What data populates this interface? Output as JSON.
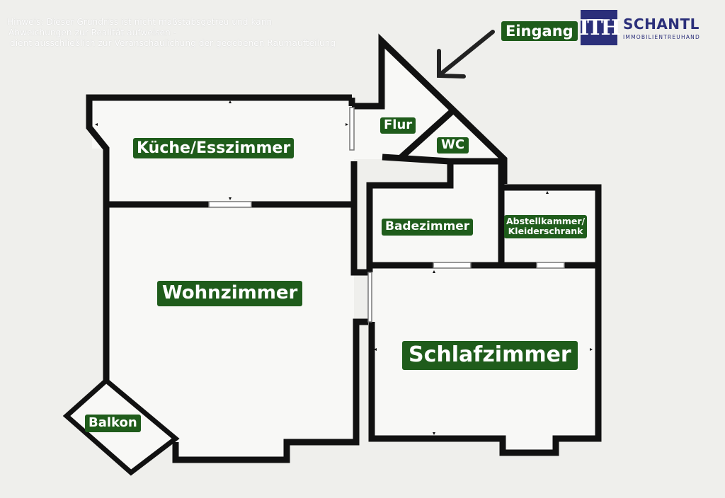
{
  "disclaimer": {
    "line1": "Hinweis: Dieser Grundriss ist nicht maßstabsgetreu und kann",
    "line2": "Abweichungen zur Realität aufweisen -",
    "line3": "dient ausschließlich zur Veranschaulichung der gegebenen Raumaufteilung"
  },
  "entrance_label": "Eingang",
  "logo": {
    "mark": "ITH",
    "name": "SCHANTL",
    "subtitle": "IMMOBILIENTREUHAND"
  },
  "rooms": {
    "kitchen": "Küche/Esszimmer",
    "hall": "Flur",
    "wc": "WC",
    "bathroom": "Badezimmer",
    "storage_line1": "Abstellkammer/",
    "storage_line2": "Kleiderschrank",
    "living": "Wohnzimmer",
    "bedroom": "Schlafzimmer",
    "balcony": "Balkon"
  },
  "colors": {
    "label_background": "#1f5c1b",
    "wall": "#111111",
    "floor": "#f8f8f6",
    "background": "#efefec",
    "logo_blue": "#2b2f7a"
  }
}
